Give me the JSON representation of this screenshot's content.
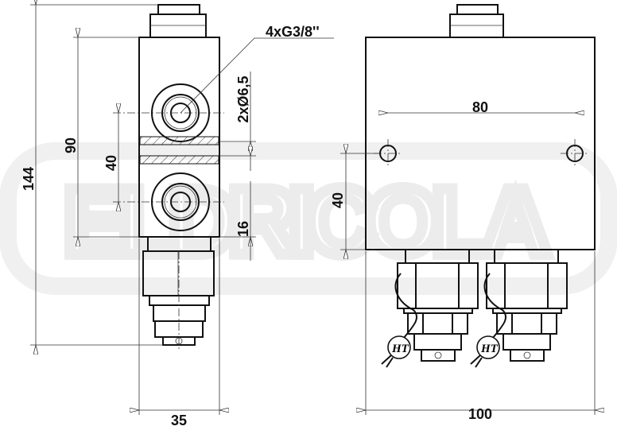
{
  "watermark": "ELDRICOLA",
  "dimensions": {
    "total_height": "144",
    "body_height": "90",
    "port_spacing": "40",
    "width_side": "35",
    "port_thread": "4xG3/8''",
    "mount_holes": "2xØ6,5",
    "hole_offset": "16",
    "hole_spacing": "80",
    "hole_height": "40",
    "width_front": "100"
  },
  "valve_marking": "HT"
}
